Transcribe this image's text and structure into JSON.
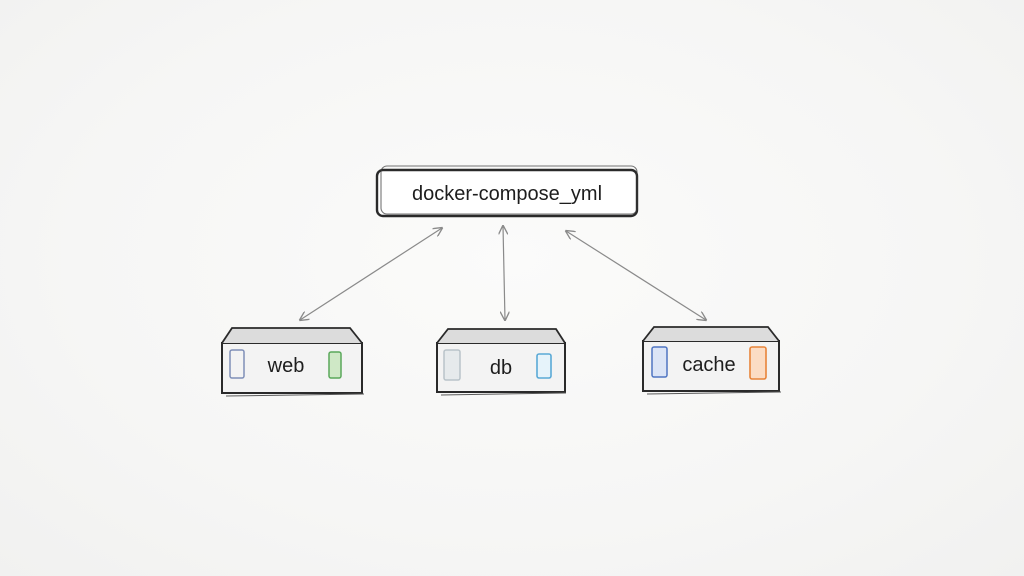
{
  "root": {
    "label": "docker-compose_yml"
  },
  "services": [
    {
      "id": "web",
      "label": "web",
      "left_icon_color": "#7f8fb8",
      "right_icon_color": "#5aa85a"
    },
    {
      "id": "db",
      "label": "db",
      "left_icon_color": "#b9c3c9",
      "right_icon_color": "#5aa9d6"
    },
    {
      "id": "cache",
      "label": "cache",
      "left_icon_color": "#4f75c2",
      "right_icon_color": "#e8843a"
    }
  ],
  "connections": [
    {
      "from": "web",
      "to": "root",
      "bidirectional": true
    },
    {
      "from": "db",
      "to": "root",
      "bidirectional": true
    },
    {
      "from": "cache",
      "to": "root",
      "bidirectional": true
    }
  ],
  "style": {
    "ink": "#2a2a2a",
    "arrow": "#8a8a8a"
  }
}
